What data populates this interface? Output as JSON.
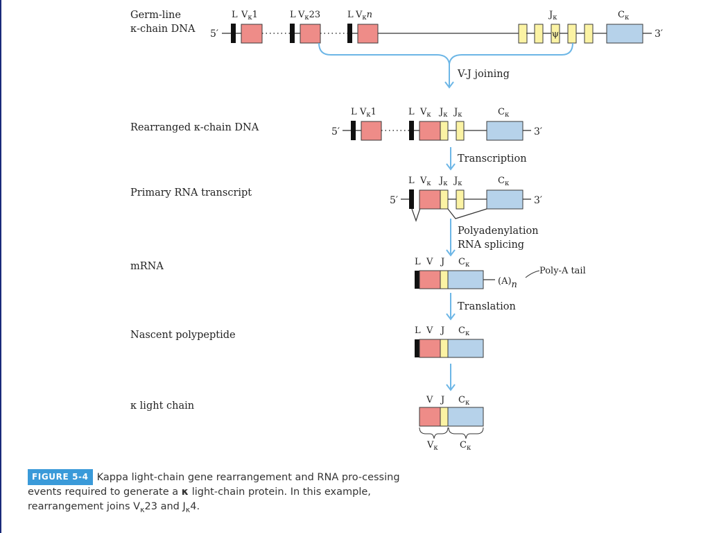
{
  "colors": {
    "v_segment": "#ee8c88",
    "j_segment": "#fbf3a4",
    "c_segment": "#b6d2ea",
    "leader": "#111111",
    "arrow": "#6cb6e6",
    "line": "#333333"
  },
  "labels": {
    "k": "κ",
    "L": "L",
    "V": "V",
    "J": "J",
    "C": "C",
    "five_prime": "5′",
    "three_prime": "3′",
    "psi": "ψ",
    "one": "1",
    "twentythree": "23",
    "n": "n",
    "A": "(A)"
  },
  "stages": {
    "germline_line1": "Germ-line",
    "germline_line2": "κ-chain DNA",
    "rearranged": "Rearranged κ-chain DNA",
    "primary": "Primary RNA transcript",
    "mrna": "mRNA",
    "nascent": "Nascent polypeptide",
    "light_chain": "κ light chain"
  },
  "steps": {
    "vj": "V-J joining",
    "transcription": "Transcription",
    "polyadenylation": "Polyadenylation",
    "splicing": "RNA splicing",
    "translation": "Translation"
  },
  "polya_label": "Poly-A tail",
  "caption": {
    "tag": "FIGURE 5-4",
    "text_1": "Kappa light-chain gene rearrangement and RNA pro-cessing events required to generate a ",
    "kappa": "κ",
    "text_2": " light-chain protein. In this example, rearrangement joins V",
    "text_3": "23 and J",
    "text_4": "4."
  }
}
